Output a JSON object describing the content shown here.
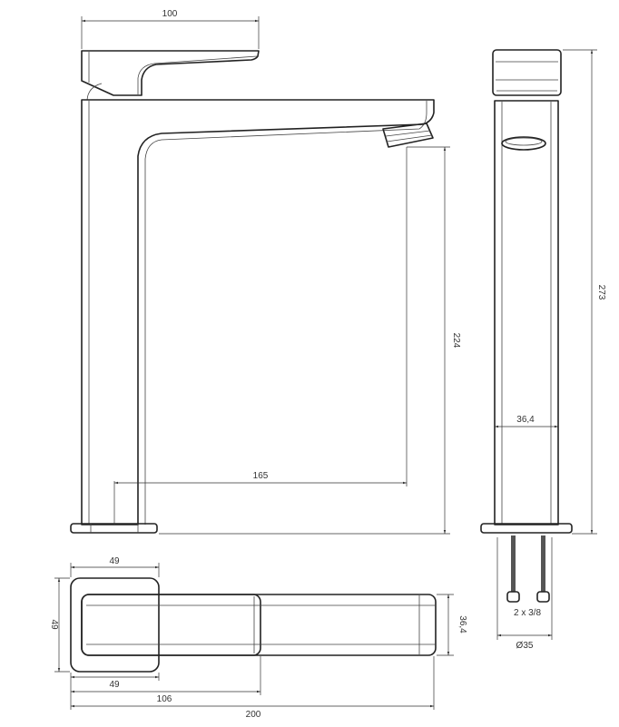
{
  "front_view": {
    "dim_handle_length": "100",
    "dim_spout_height": "224",
    "dim_spout_reach": "165"
  },
  "side_view": {
    "dim_total_height": "273",
    "dim_body_width": "36,4",
    "hose_label": "2 x 3/8",
    "dim_base_diameter": "Ø35"
  },
  "top_view": {
    "dim_base_width_top": "49",
    "dim_base_depth": "49",
    "dim_base_width_bottom": "49",
    "dim_handle_reach": "106",
    "dim_total_length": "200",
    "dim_spout_width": "36,4"
  }
}
